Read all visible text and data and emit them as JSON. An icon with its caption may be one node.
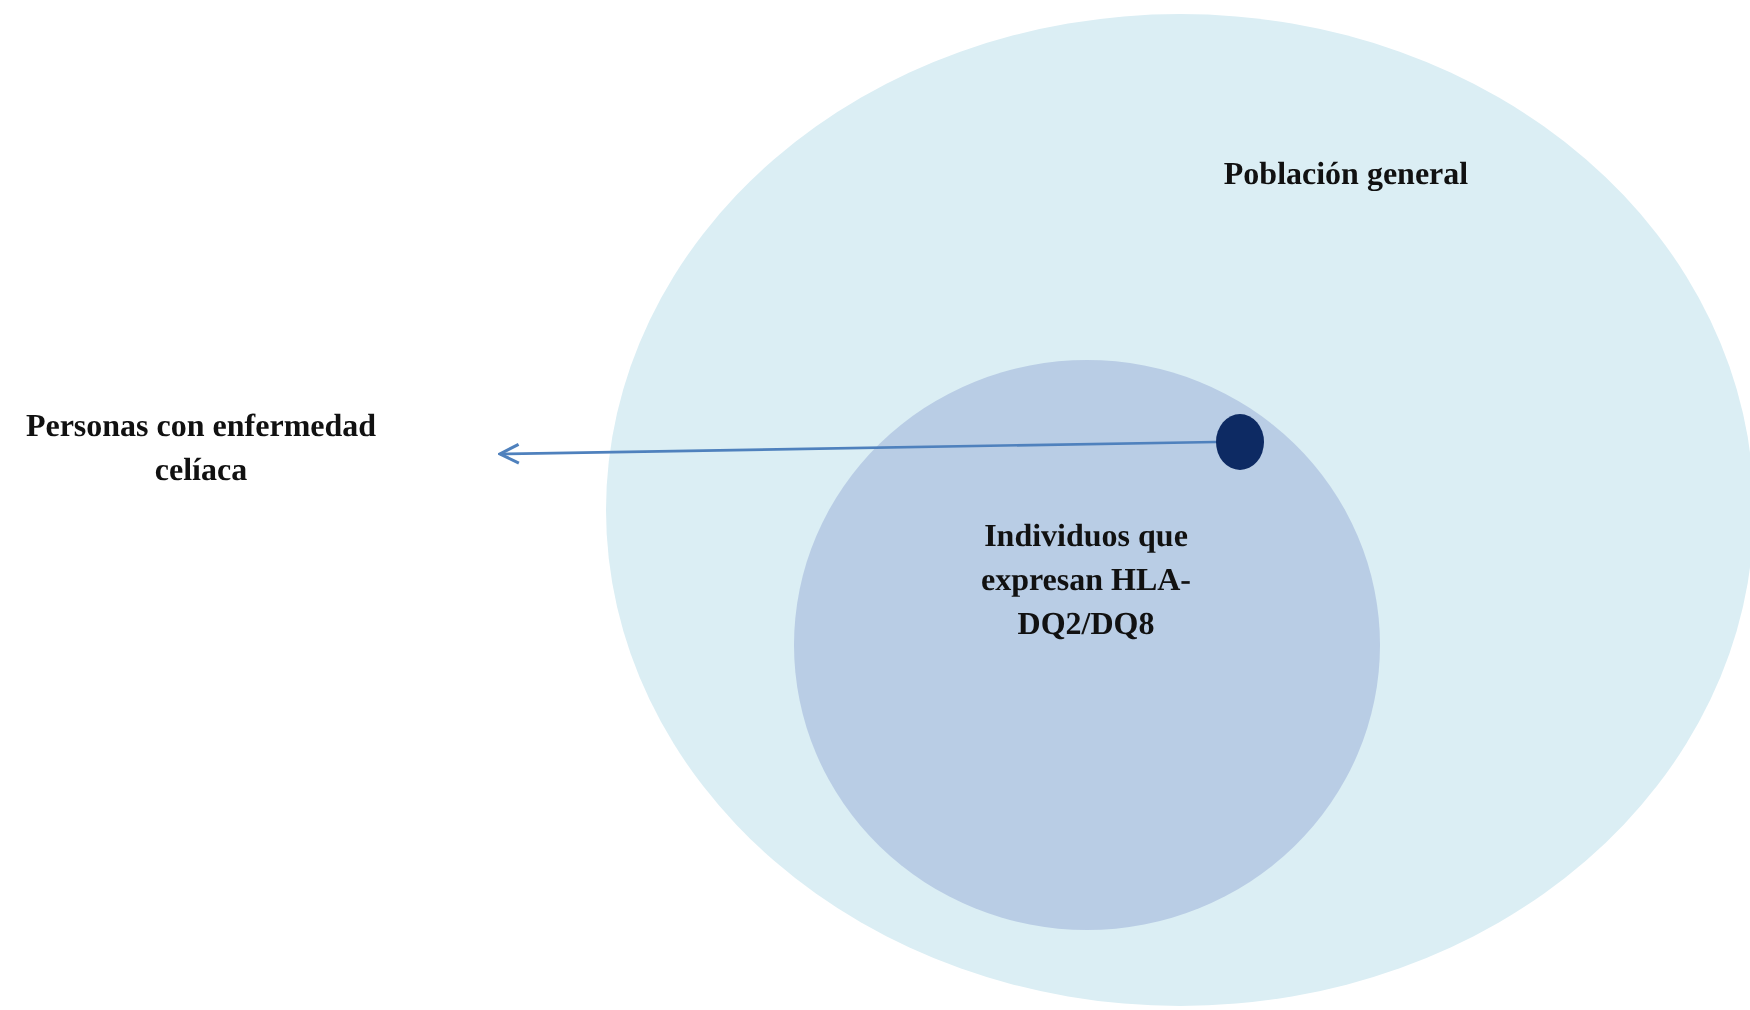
{
  "diagram": {
    "nodes": [
      {
        "text": [
          "Población general"
        ]
      },
      {
        "text": [
          "Individuos que expresan HLA-DQ2/DQ8"
        ],
        "in": 0
      },
      {
        "text": [],
        "shape": "circle",
        "in": 1
      },
      {
        "text": [
          "Personas con enfermedad celíaca"
        ]
      }
    ],
    "edges": [
      {
        "from": 2,
        "to": 3,
        "arrow": "to"
      }
    ]
  }
}
